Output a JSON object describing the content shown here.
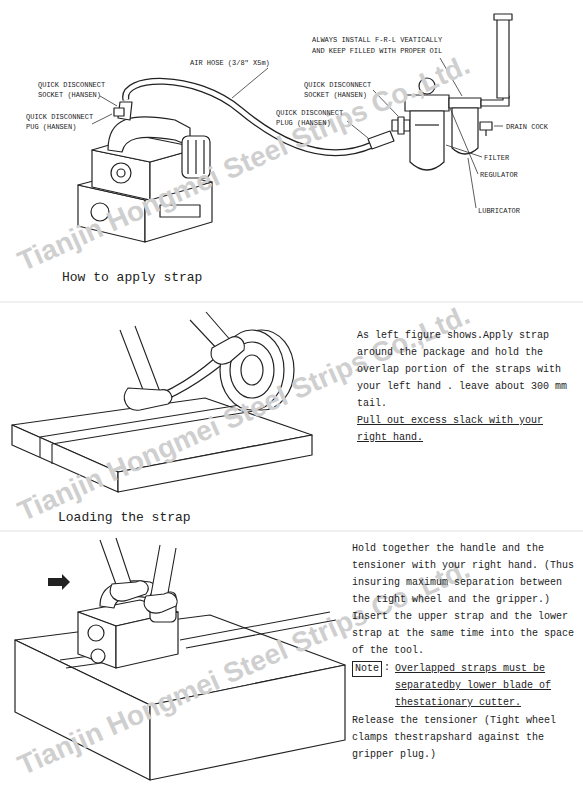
{
  "diagram": {
    "nodes": [
      {
        "text": [
          "Note"
        ]
      }
    ],
    "labels": [
      "QUICK DISCONNECT SOCKET (HANSEN)",
      "QUICK DISCONNECT PUG (HANSEN)",
      "AIR HOSE (3/8\" X5m)",
      "ALWAYS INSTALL F-R-L VEATICALLY AND KEEP FILLED WITH PROPER OIL",
      "QUICK DISCONNECT SOCKET (HANSEN)",
      "QUICK DISCONNECT PLUG (HANSEN)",
      "DRAIN COCK",
      "FILTER",
      "REGULATOR",
      "LUBRICATOR",
      "How to apply strap",
      "As left figure shows.Apply strap around the package and hold the overlap portion of the straps with your left hand . leave about 300 mm tail.",
      "Pull out excess slack with your right hand.",
      "Loading the strap",
      "Hold together the handle and the tensioner with your right hand. (Thus insuring maximum separation between the tight wheel and the gripper.) Insert the upper strap and the lower strap at the same time into the space of the tool.",
      ":",
      "Overlapped straps must be separatedby lower blade of thestationary cutter.",
      "Release the tensioner (Tight wheel clamps thestrapshard against the gripper plug.)",
      "Tianjin Hongmei Steel Strips Co.,Ltd.",
      "Tianjin Hongmei Steel Strips Co.,Ltd.",
      "Tianjin Hongmei Steel Strips Co.,Ltd."
    ]
  }
}
